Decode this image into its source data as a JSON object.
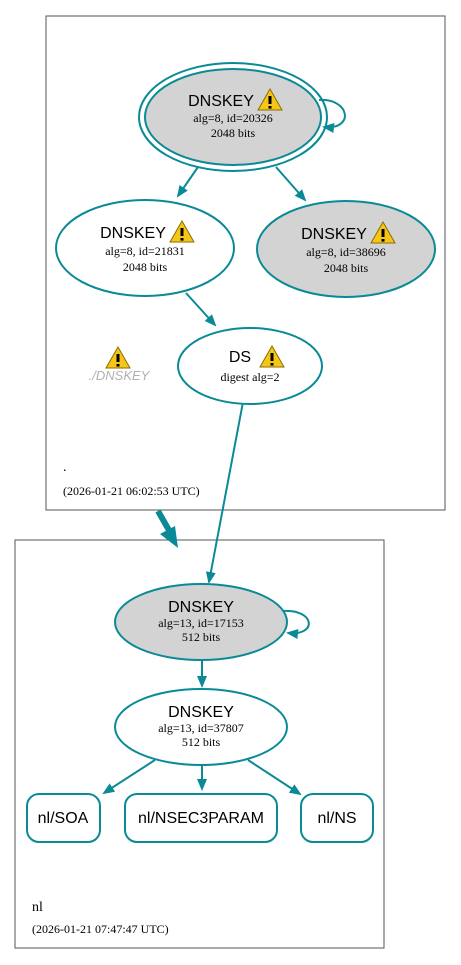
{
  "zones": [
    {
      "id": "root",
      "name": ".",
      "timestamp": "(2026-01-21 06:02:53 UTC)"
    },
    {
      "id": "nl",
      "name": "nl",
      "timestamp": "(2026-01-21 07:47:47 UTC)"
    }
  ],
  "nodes": {
    "dnskey_20326": {
      "title": "DNSKEY",
      "line1": "alg=8, id=20326",
      "line2": "2048 bits",
      "warning": true,
      "filled": true,
      "double_border": true,
      "self_loop": true
    },
    "dnskey_21831": {
      "title": "DNSKEY",
      "line1": "alg=8, id=21831",
      "line2": "2048 bits",
      "warning": true,
      "filled": false
    },
    "dnskey_38696": {
      "title": "DNSKEY",
      "line1": "alg=8, id=38696",
      "line2": "2048 bits",
      "warning": true,
      "filled": true
    },
    "ds_root": {
      "title": "DS",
      "line1": "digest alg=2",
      "warning": true,
      "filled": false
    },
    "ghost_dnskey": {
      "label": "./DNSKEY",
      "warning": true
    },
    "dnskey_17153": {
      "title": "DNSKEY",
      "line1": "alg=13, id=17153",
      "line2": "512 bits",
      "warning": false,
      "filled": true,
      "self_loop": true
    },
    "dnskey_37807": {
      "title": "DNSKEY",
      "line1": "alg=13, id=37807",
      "line2": "512 bits",
      "warning": false,
      "filled": false
    }
  },
  "records": [
    {
      "id": "nl_soa",
      "label": "nl/SOA"
    },
    {
      "id": "nl_nsec3param",
      "label": "nl/NSEC3PARAM"
    },
    {
      "id": "nl_ns",
      "label": "nl/NS"
    }
  ],
  "colors": {
    "edge": "#0a8a96",
    "node_fill": "#d3d3d3",
    "zone_border": "#555555",
    "warning": "#f5c518"
  }
}
